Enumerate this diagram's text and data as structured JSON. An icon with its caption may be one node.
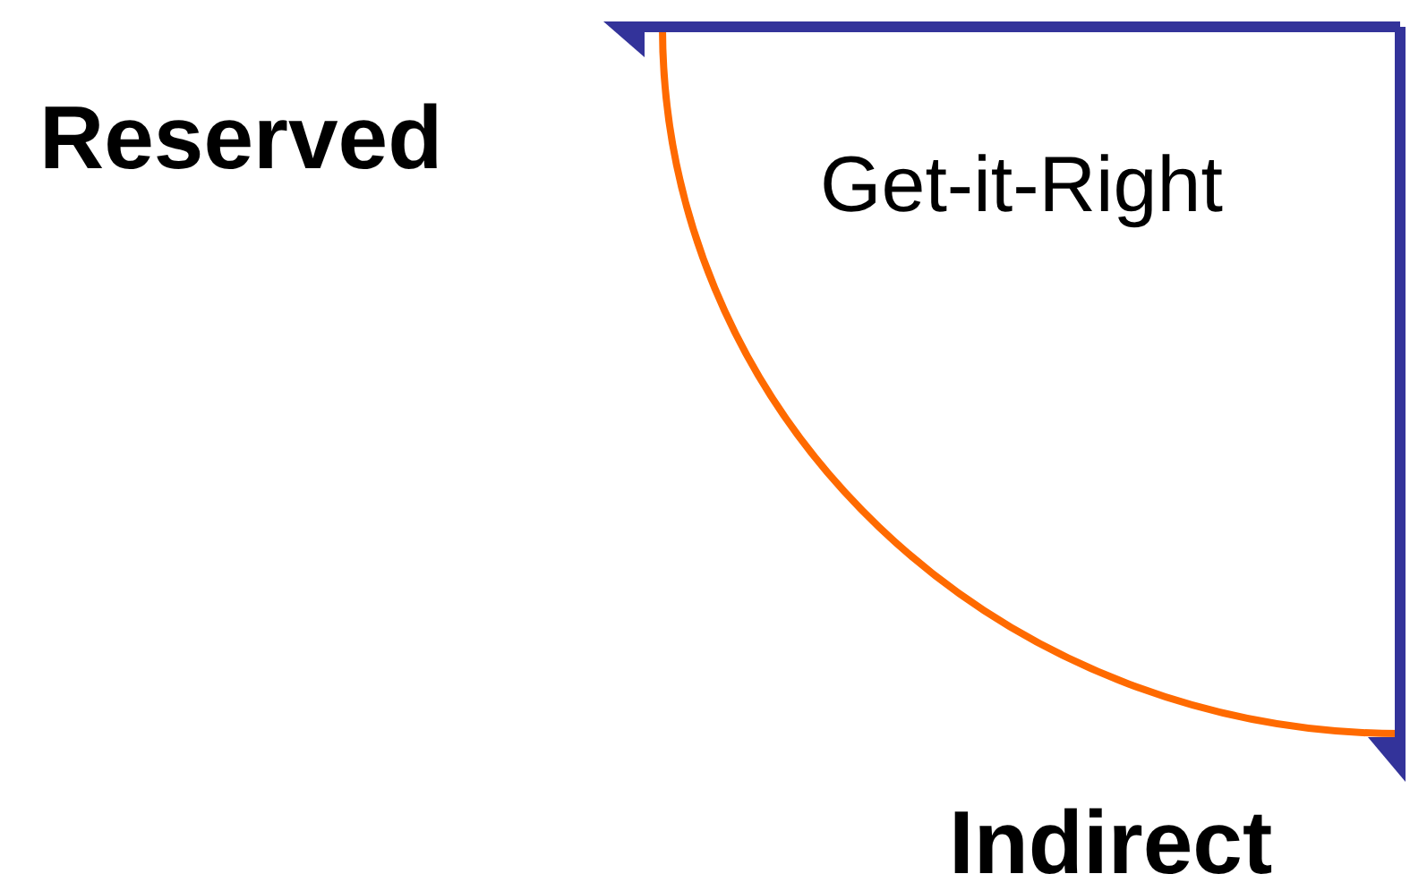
{
  "diagram": {
    "labels": [
      "Reserved",
      "Get-it-Right",
      "Indirect"
    ]
  }
}
